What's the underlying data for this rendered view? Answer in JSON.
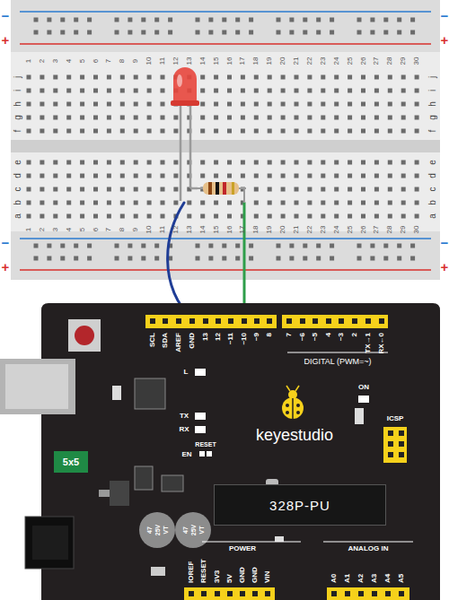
{
  "diagram": {
    "nodes": [
      {
        "text": [
          "328P-PU"
        ]
      }
    ],
    "labels": [
      "1",
      "2",
      "3",
      "4",
      "5",
      "6",
      "7",
      "8",
      "9",
      "10",
      "11",
      "12",
      "13",
      "14",
      "15",
      "16",
      "17",
      "18",
      "19",
      "20",
      "21",
      "22",
      "23",
      "24",
      "25",
      "26",
      "27",
      "28",
      "29",
      "30",
      "1",
      "2",
      "3",
      "4",
      "5",
      "6",
      "7",
      "8",
      "9",
      "10",
      "11",
      "12",
      "13",
      "14",
      "15",
      "16",
      "17",
      "18",
      "19",
      "20",
      "21",
      "22",
      "23",
      "24",
      "25",
      "26",
      "27",
      "28",
      "29",
      "30",
      "j",
      "i",
      "h",
      "g",
      "f",
      "e",
      "d",
      "c",
      "b",
      "a",
      "j",
      "i",
      "h",
      "g",
      "f",
      "e",
      "d",
      "c",
      "b",
      "a",
      "−",
      "+",
      "−",
      "+",
      "−",
      "+",
      "−",
      "+",
      "SCL",
      "SDA",
      "AREF",
      "GND",
      "13",
      "12",
      "~11",
      "~10",
      "~9",
      "8",
      "7",
      "~6",
      "~5",
      "4",
      "~3",
      "2",
      "TX→1",
      "RX←0",
      "DIGITAL (PWM=~)",
      "L",
      "TX",
      "RX",
      "RESET",
      "EN",
      "ON",
      "ICSP",
      "keyestudio",
      "5x5",
      "47",
      "25V",
      "VT",
      "47",
      "25V",
      "VT",
      "IOREF",
      "RESET",
      "3V3",
      "5V",
      "GND",
      "GND",
      "VIN",
      "POWER",
      "ANALOG IN",
      "A0",
      "A1",
      "A2",
      "A3",
      "A4",
      "A5"
    ]
  }
}
